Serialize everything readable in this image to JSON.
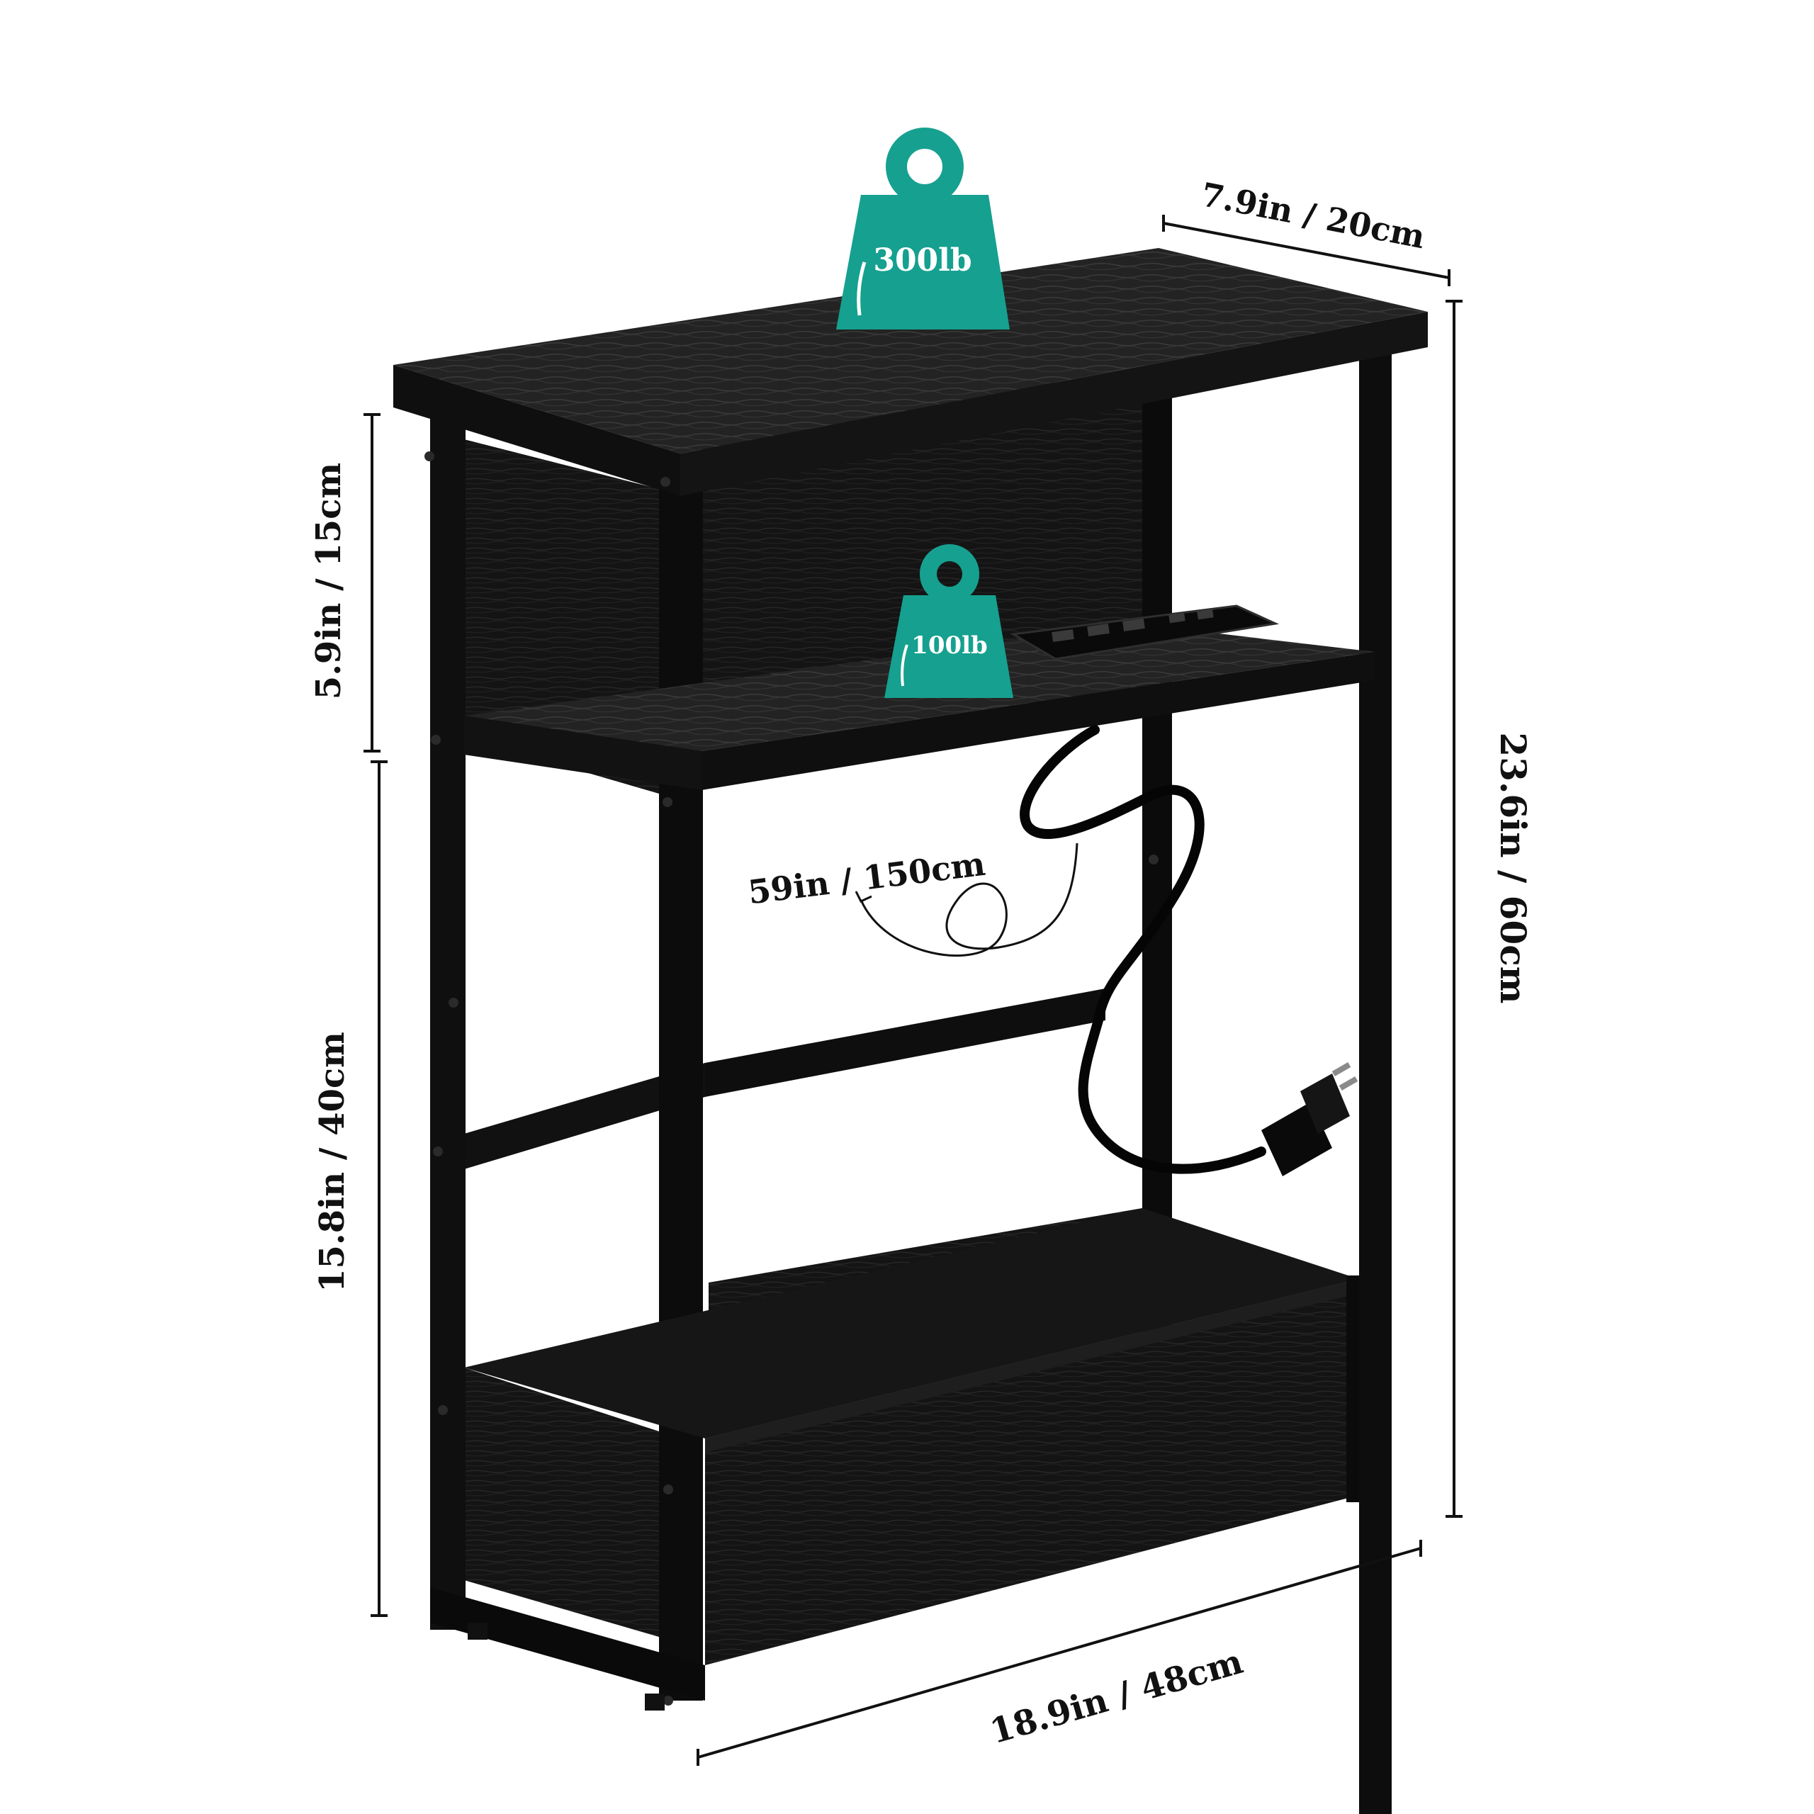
{
  "dimensions": {
    "depth": "7.9in / 20cm",
    "top_gap": "5.9in / 15cm",
    "lower_height": "15.8in / 40cm",
    "total_height": "23.6in / 60cm",
    "width": "18.9in / 48cm",
    "cord_length": "59in / 150cm"
  },
  "weights": {
    "top_capacity": "300lb",
    "shelf_capacity": "100lb"
  },
  "colors": {
    "accent": "#16a08f",
    "frame": "#0d0d0d",
    "wood": "#141414",
    "wood_top": "#1f1f1f",
    "line": "#1a1a1a"
  },
  "icons": {
    "weight": "kettlebell-weight-icon",
    "cord_arrow": "curved-arrow-icon",
    "plug": "power-plug-icon",
    "outlet": "power-strip-icon"
  }
}
